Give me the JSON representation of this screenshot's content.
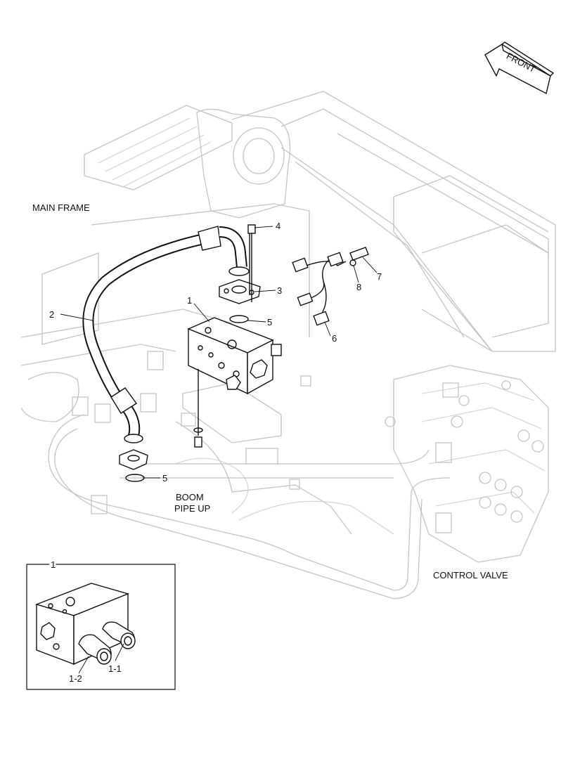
{
  "labels": {
    "front": "FRONT",
    "main_frame": "MAIN FRAME",
    "boom_pipe_up_line1": "BOOM",
    "boom_pipe_up_line2": "PIPE UP",
    "control_valve": "CONTROL VALVE"
  },
  "callouts": {
    "valve_block": "1",
    "hose": "2",
    "flange_clamp": "3",
    "bolt": "4",
    "o_ring_upper": "5",
    "o_ring_lower": "5",
    "harness": "6",
    "bracket": "7",
    "nut": "8"
  },
  "inset": {
    "title": "1",
    "solenoid_1": "1-1",
    "solenoid_2": "1-2"
  }
}
